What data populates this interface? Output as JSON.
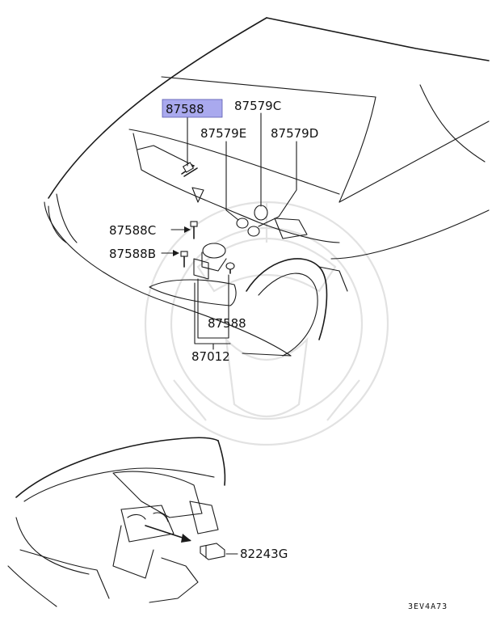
{
  "parts": {
    "p87588_top": "87588",
    "p87579C": "87579C",
    "p87579E": "87579E",
    "p87579D": "87579D",
    "p87588C": "87588C",
    "p87588B": "87588B",
    "p87588_bottom": "87588",
    "p87012": "87012",
    "p82243G": "82243G"
  },
  "diagram_code": "3EV4A73",
  "highlight_color": "#a9a9ee"
}
